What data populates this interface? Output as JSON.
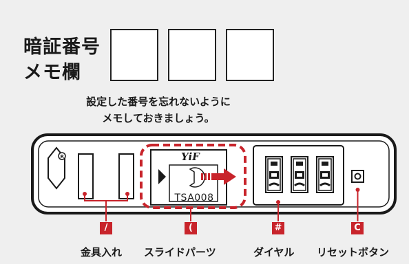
{
  "memo": {
    "title_line1": "暗証番号",
    "title_line2": "メモ欄",
    "box_count": 3
  },
  "note": {
    "line1": "設定した番号を忘れないように",
    "line2": "メモしておきましょう。"
  },
  "lock": {
    "brand": "YiF",
    "model": "TSA008"
  },
  "callouts": [
    {
      "marker": "/",
      "caption": "金具入れ"
    },
    {
      "marker": "(",
      "caption": "スライドパーツ"
    },
    {
      "marker": "#",
      "caption": "ダイヤル"
    },
    {
      "marker": "C",
      "caption": "リセットボタン"
    }
  ],
  "colors": {
    "accent": "#c8242b",
    "ink": "#1a1a1a",
    "background": "#efefef"
  }
}
